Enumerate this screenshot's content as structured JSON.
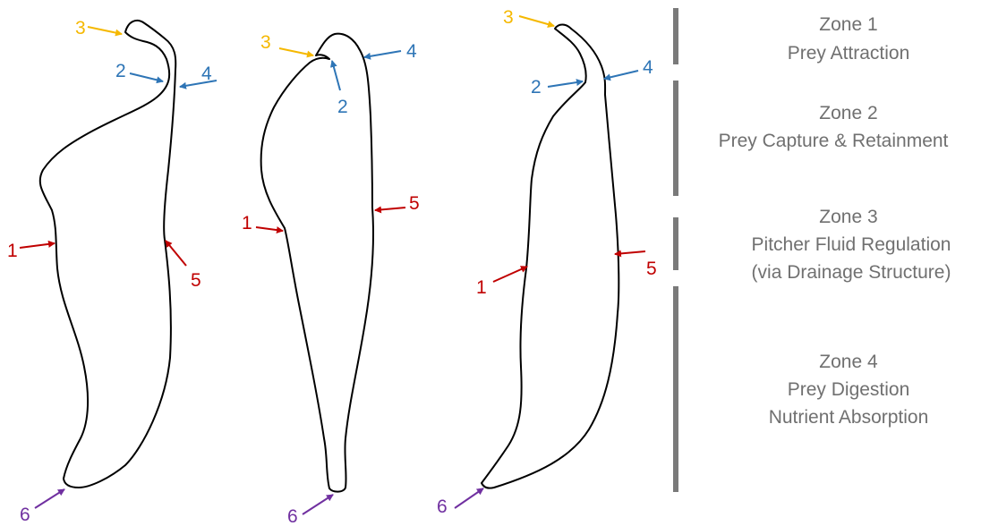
{
  "colors": {
    "marker_1": "#c00000",
    "marker_2": "#2e75b6",
    "marker_3": "#f5b800",
    "marker_4": "#2e75b6",
    "marker_5": "#c00000",
    "marker_6": "#7030a0",
    "zone_text": "#707070",
    "zone_bar": "#7a7a7a",
    "outline": "#000000"
  },
  "markers": {
    "m1": "1",
    "m2": "2",
    "m3": "3",
    "m4": "4",
    "m5": "5",
    "m6": "6"
  },
  "zones": [
    {
      "title": "Zone 1",
      "lines": [
        "Prey Attraction"
      ]
    },
    {
      "title": "Zone 2",
      "lines": [
        "Prey Capture & Retainment"
      ]
    },
    {
      "title": "Zone 3",
      "lines": [
        "Pitcher Fluid Regulation",
        "(via Drainage Structure)"
      ]
    },
    {
      "title": "Zone 4",
      "lines": [
        "Prey Digestion",
        "Nutrient Absorption"
      ]
    }
  ]
}
